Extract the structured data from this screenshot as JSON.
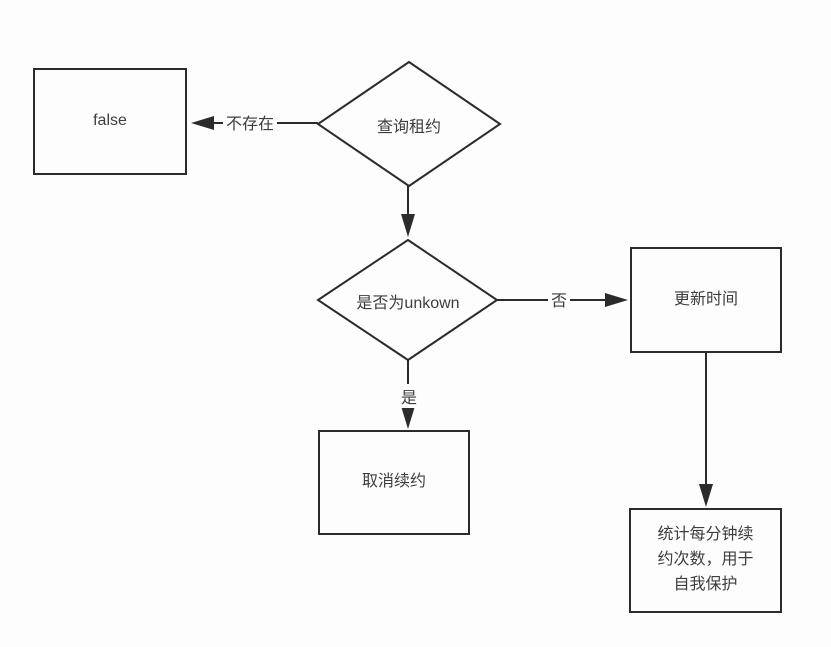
{
  "diagram": {
    "type": "flowchart",
    "nodes": {
      "false_box": {
        "label": "false",
        "shape": "rectangle"
      },
      "query_lease": {
        "label": "查询租约",
        "shape": "diamond"
      },
      "is_unkown": {
        "label": "是否为unkown",
        "shape": "diamond"
      },
      "update_time": {
        "label": "更新时间",
        "shape": "rectangle"
      },
      "cancel_renewal": {
        "label": "取消续约",
        "shape": "rectangle"
      },
      "renew_stats": {
        "label": "统计每分钟续约次数，用于自我保护",
        "shape": "rectangle"
      }
    },
    "edges": [
      {
        "from": "query_lease",
        "to": "false_box",
        "label": "不存在",
        "direction": "left"
      },
      {
        "from": "query_lease",
        "to": "is_unkown",
        "label": "",
        "direction": "down"
      },
      {
        "from": "is_unkown",
        "to": "update_time",
        "label": "否",
        "direction": "right"
      },
      {
        "from": "is_unkown",
        "to": "cancel_renewal",
        "label": "是",
        "direction": "down"
      },
      {
        "from": "update_time",
        "to": "renew_stats",
        "label": "",
        "direction": "down"
      }
    ],
    "colors": {
      "line": "#2b2b2b",
      "text": "#3d3d3d",
      "background": "#fdfdfd"
    }
  }
}
